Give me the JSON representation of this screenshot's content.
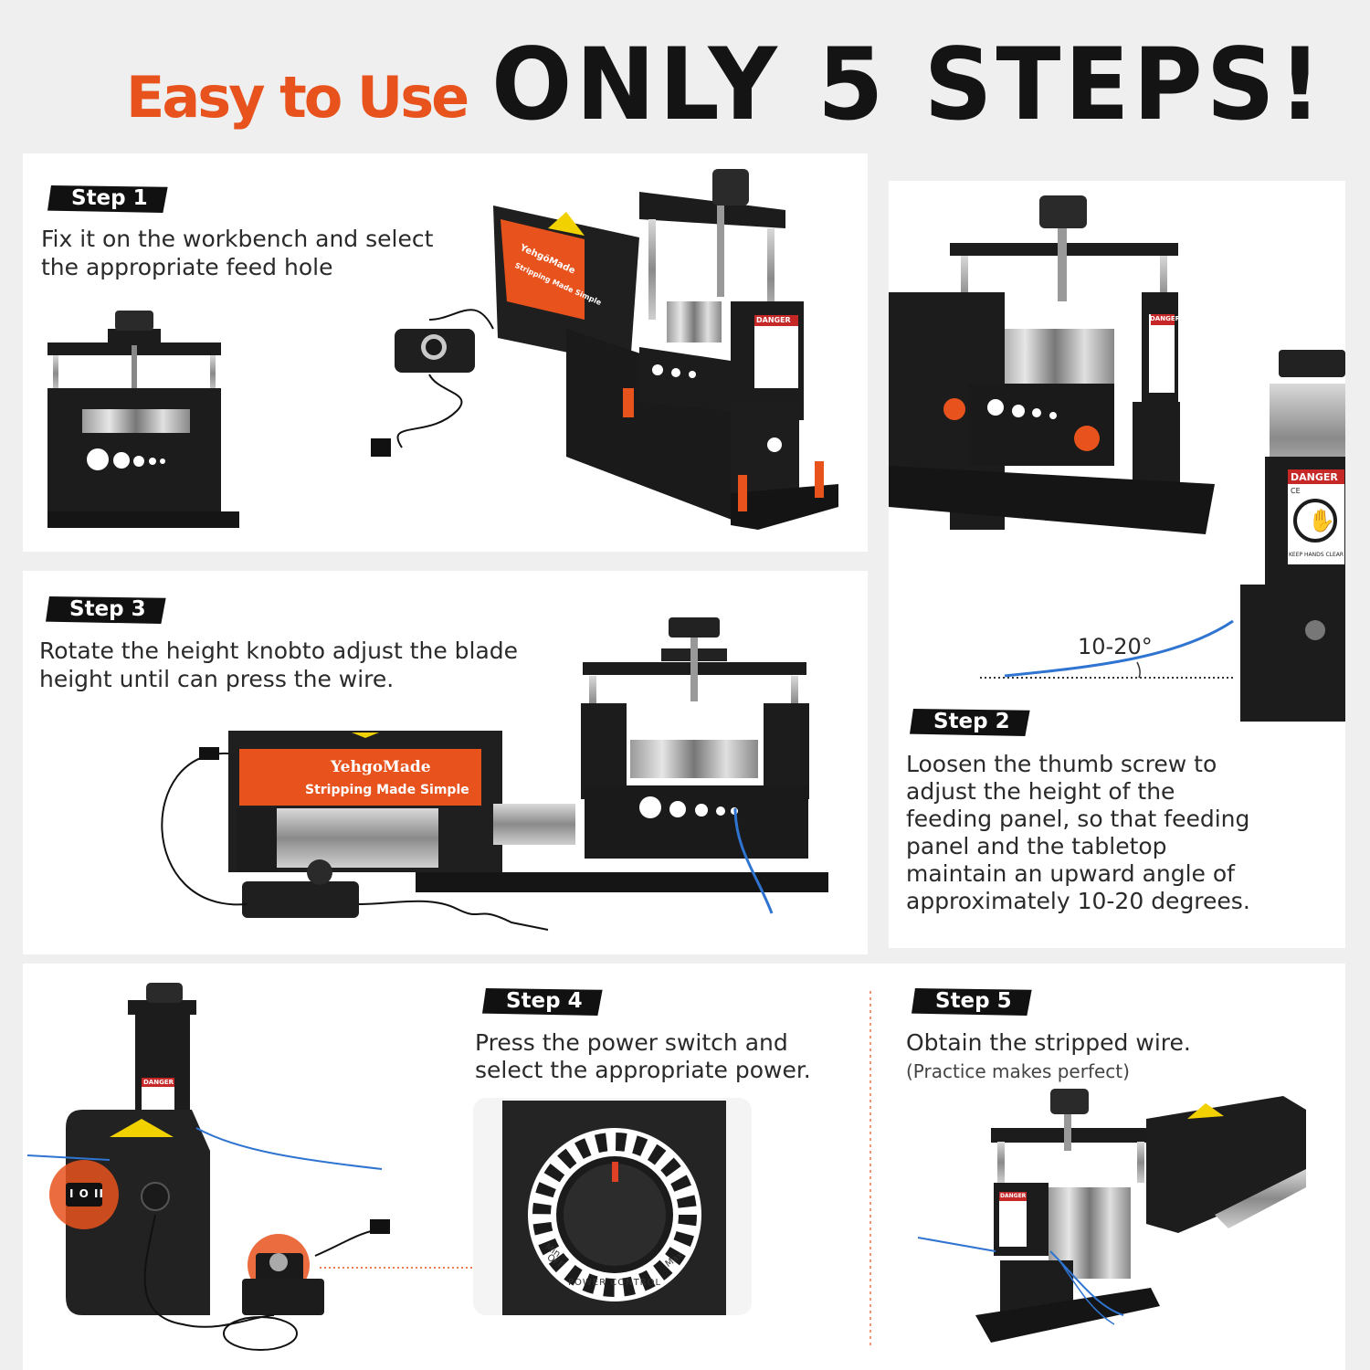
{
  "header": {
    "easy": "Easy to Use",
    "steps": "ONLY 5 STEPS!"
  },
  "steps": [
    {
      "badge": "Step 1",
      "text_line1": "Fix it on the workbench and select",
      "text_line2": "the appropriate feed hole"
    },
    {
      "badge": "Step 2",
      "text_lines": [
        "Loosen the thumb screw to",
        "adjust the height of the",
        "feeding panel, so that feeding",
        "panel and the tabletop",
        "maintain an upward angle of",
        "approximately 10-20 degrees."
      ],
      "angle_label": "10-20°"
    },
    {
      "badge": "Step 3",
      "text_line1": "Rotate the height knobto adjust the blade",
      "text_line2": "height until can press the wire."
    },
    {
      "badge": "Step 4",
      "text_line1": "Press the power switch and",
      "text_line2": "select the appropriate power."
    },
    {
      "badge": "Step 5",
      "text_line1": "Obtain the stripped wire.",
      "note": "(Practice makes perfect)"
    }
  ],
  "device": {
    "brand": "YehgoMade",
    "brand_small": "YehgöMade",
    "slogan": "Stripping Made Simple",
    "danger": "DANGER",
    "keep_hands": "KEEP HANDS CLEAR",
    "ce": "CE",
    "power_control": "POWER CONTROL",
    "min_off_1": "Min",
    "min_off_2": "OFF",
    "max": "Max",
    "switch": "I O II"
  },
  "colors": {
    "accent": "#e8521c",
    "device": "#1c1c1c",
    "wire": "#2f74d0",
    "screw": "#e8521c"
  }
}
